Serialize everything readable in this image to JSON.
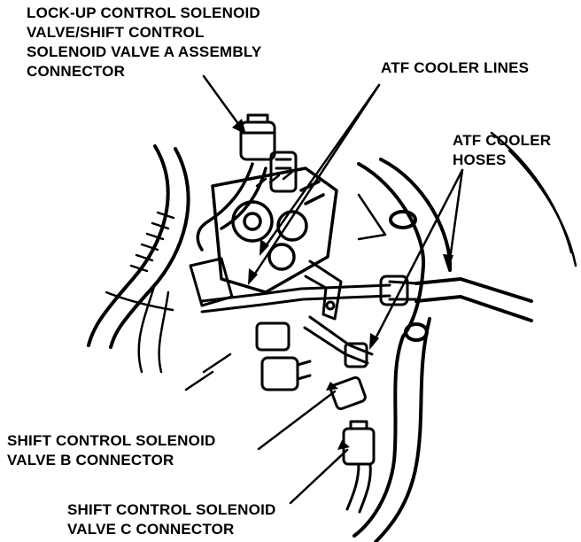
{
  "labels": {
    "solenoid_a_connector": [
      "LOCK-UP CONTROL SOLENOID",
      "VALVE/SHIFT CONTROL",
      "SOLENOID VALVE A ASSEMBLY",
      "CONNECTOR"
    ],
    "atf_cooler_lines": [
      "ATF COOLER LINES"
    ],
    "atf_cooler_hoses": [
      "ATF COOLER",
      "HOSES"
    ],
    "solenoid_b_connector": [
      "SHIFT CONTROL SOLENOID",
      "VALVE B CONNECTOR"
    ],
    "solenoid_c_connector": [
      "SHIFT CONTROL SOLENOID",
      "VALVE C CONNECTOR"
    ]
  },
  "colors": {
    "ink": "#000000",
    "paper": "#ffffff"
  }
}
